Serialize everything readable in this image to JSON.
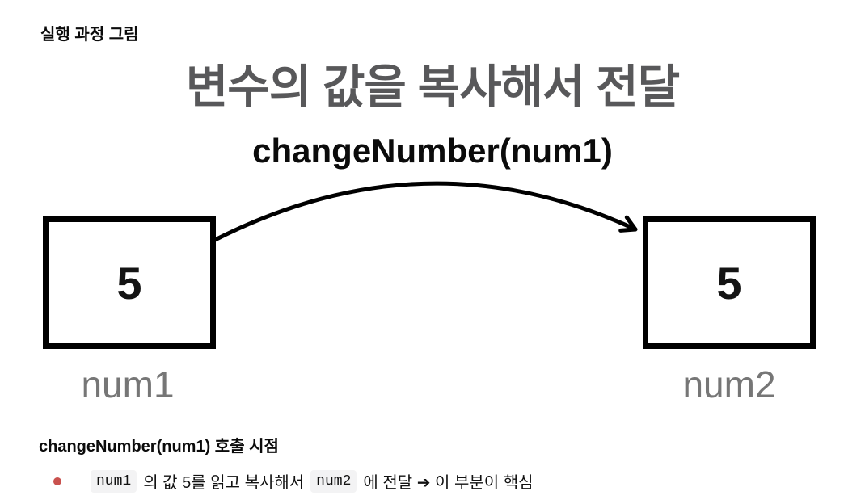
{
  "header": {
    "label": "실행 과정 그림"
  },
  "diagram": {
    "title": "변수의 값을 복사해서 전달",
    "title_color": "#58585a",
    "call_label": "changeNumber(num1)",
    "arrow_color": "#000000",
    "label_color": "#767676",
    "left_box": {
      "value": "5",
      "label": "num1"
    },
    "right_box": {
      "value": "5",
      "label": "num2"
    }
  },
  "caption": {
    "heading": "changeNumber(num1) 호출 시점",
    "bullet": {
      "dot_color": "#c9514e",
      "chip_bg": "#f3f3f4",
      "code1": "num1",
      "text1": "의 값 5를 읽고 복사해서",
      "code2": "num2",
      "text2": "에 전달 ➔ 이 부분이 핵심"
    }
  }
}
